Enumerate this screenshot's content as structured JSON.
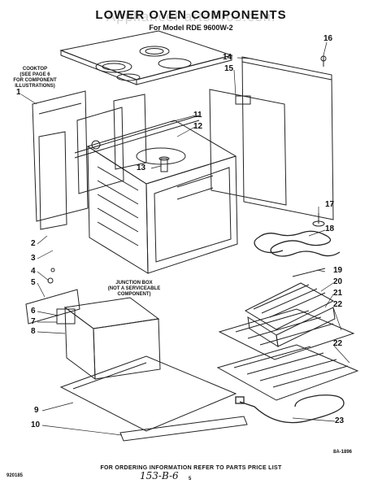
{
  "header": {
    "title": "LOWER OVEN COMPONENTS",
    "subtitle": "For Model RDE 9600W-2",
    "watermark": "AppliancePartsPros.com"
  },
  "cooktop_note": [
    "COOKTOP",
    "(SEE PAGE 6",
    "FOR COMPONENT",
    "ILLUSTRATIONS)"
  ],
  "junction_note": [
    "JUNCTION BOX",
    "(NOT A SERVICEABLE",
    "COMPONENT)"
  ],
  "callouts": [
    "1",
    "2",
    "3",
    "4",
    "5",
    "6",
    "7",
    "8",
    "9",
    "10",
    "11",
    "12",
    "13",
    "14",
    "15",
    "16",
    "17",
    "18",
    "19",
    "20",
    "21",
    "22",
    "22",
    "23"
  ],
  "footer": {
    "order_text": "FOR ORDERING INFORMATION REFER TO PARTS PRICE LIST",
    "doc_code": "920185",
    "ref_code": "8A-1896",
    "page_mark": "5",
    "handwritten": "153-B-6"
  }
}
